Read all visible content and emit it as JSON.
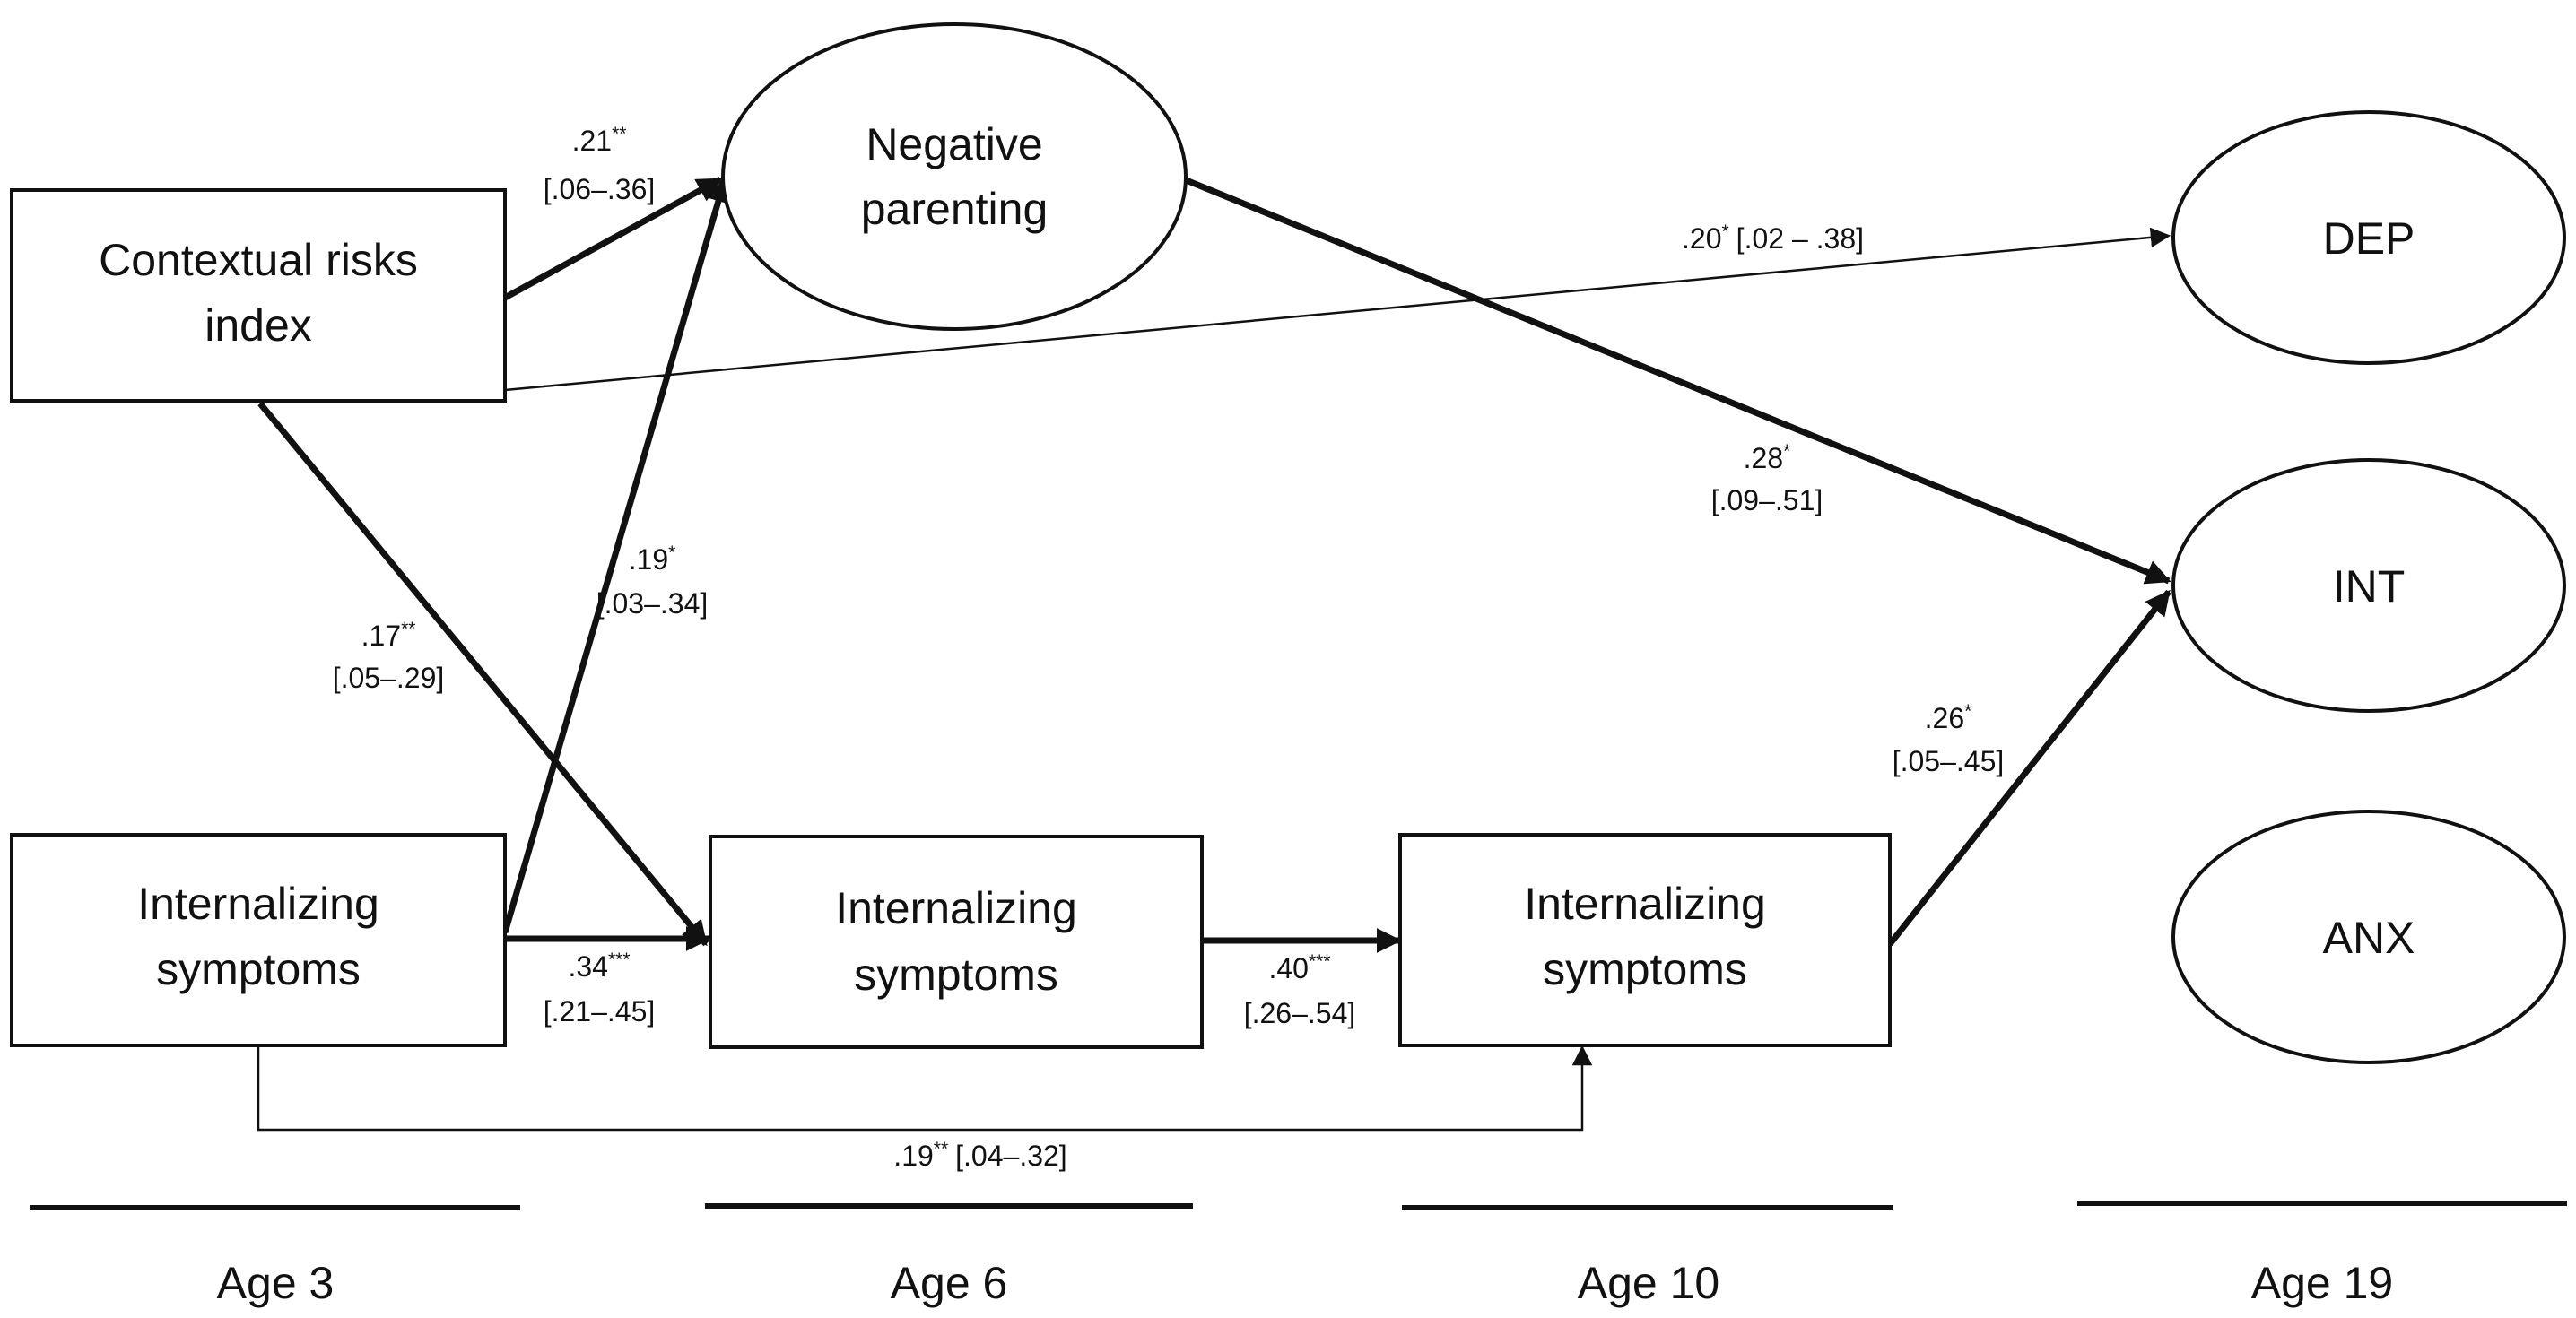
{
  "nodes": {
    "contextual_risks": {
      "line1": "Contextual risks",
      "line2": "index"
    },
    "negative_parenting": {
      "line1": "Negative",
      "line2": "parenting"
    },
    "int_age3": {
      "line1": "Internalizing",
      "line2": "symptoms"
    },
    "int_age6": {
      "line1": "Internalizing",
      "line2": "symptoms"
    },
    "int_age10": {
      "line1": "Internalizing",
      "line2": "symptoms"
    },
    "dep": {
      "label": "DEP"
    },
    "int": {
      "label": "INT"
    },
    "anx": {
      "label": "ANX"
    }
  },
  "paths": {
    "risks_to_parenting": {
      "coef": ".21",
      "sig": "**",
      "ci": "[.06–.36]"
    },
    "risks_to_dep": {
      "coef": ".20",
      "sig": "*",
      "ci": "[.02 – .38]"
    },
    "parenting_to_int": {
      "coef": ".28",
      "sig": "*",
      "ci": "[.09–.51]"
    },
    "int3_to_parenting": {
      "coef": ".19",
      "sig": "*",
      "ci": "[.03–.34]"
    },
    "risks_to_int6": {
      "coef": ".17",
      "sig": "**",
      "ci": "[.05–.29]"
    },
    "int3_to_int6": {
      "coef": ".34",
      "sig": "***",
      "ci": "[.21–.45]"
    },
    "int6_to_int10": {
      "coef": ".40",
      "sig": "***",
      "ci": "[.26–.54]"
    },
    "int10_to_int": {
      "coef": ".26",
      "sig": "*",
      "ci": "[.05–.45]"
    },
    "int3_to_int10": {
      "coef": ".19",
      "sig": "**",
      "ci": "[.04–.32]"
    }
  },
  "ages": {
    "age3": "Age 3",
    "age6": "Age 6",
    "age10": "Age 10",
    "age19": "Age 19"
  }
}
